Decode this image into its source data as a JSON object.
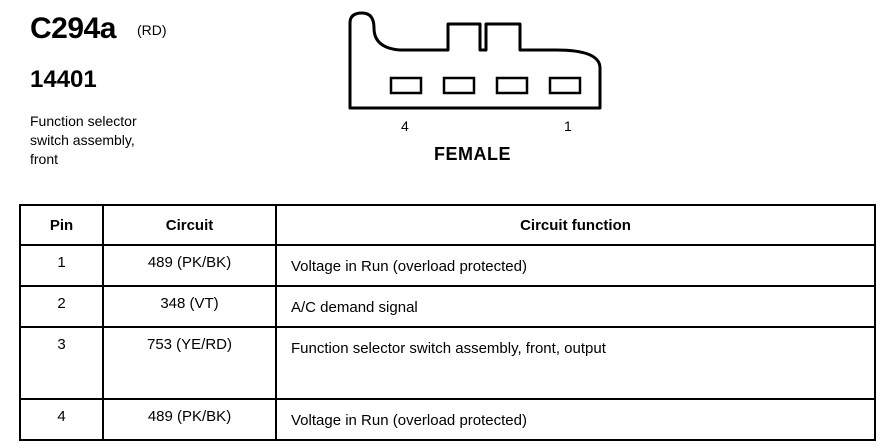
{
  "header": {
    "connector_id": "C294a",
    "color_code": "(RD)",
    "part_number": "14401",
    "description": "Function selector switch assembly, front"
  },
  "connector": {
    "pin_left_label": "4",
    "pin_right_label": "1",
    "gender": "FEMALE"
  },
  "table": {
    "headers": [
      "Pin",
      "Circuit",
      "Circuit function"
    ],
    "rows": [
      {
        "pin": "1",
        "circuit": "489 (PK/BK)",
        "function": "Voltage in Run (overload protected)"
      },
      {
        "pin": "2",
        "circuit": "348 (VT)",
        "function": "A/C demand signal"
      },
      {
        "pin": "3",
        "circuit": "753 (YE/RD)",
        "function": "Function selector switch assembly, front, output"
      },
      {
        "pin": "4",
        "circuit": "489 (PK/BK)",
        "function": "Voltage in Run (overload protected)"
      }
    ]
  }
}
